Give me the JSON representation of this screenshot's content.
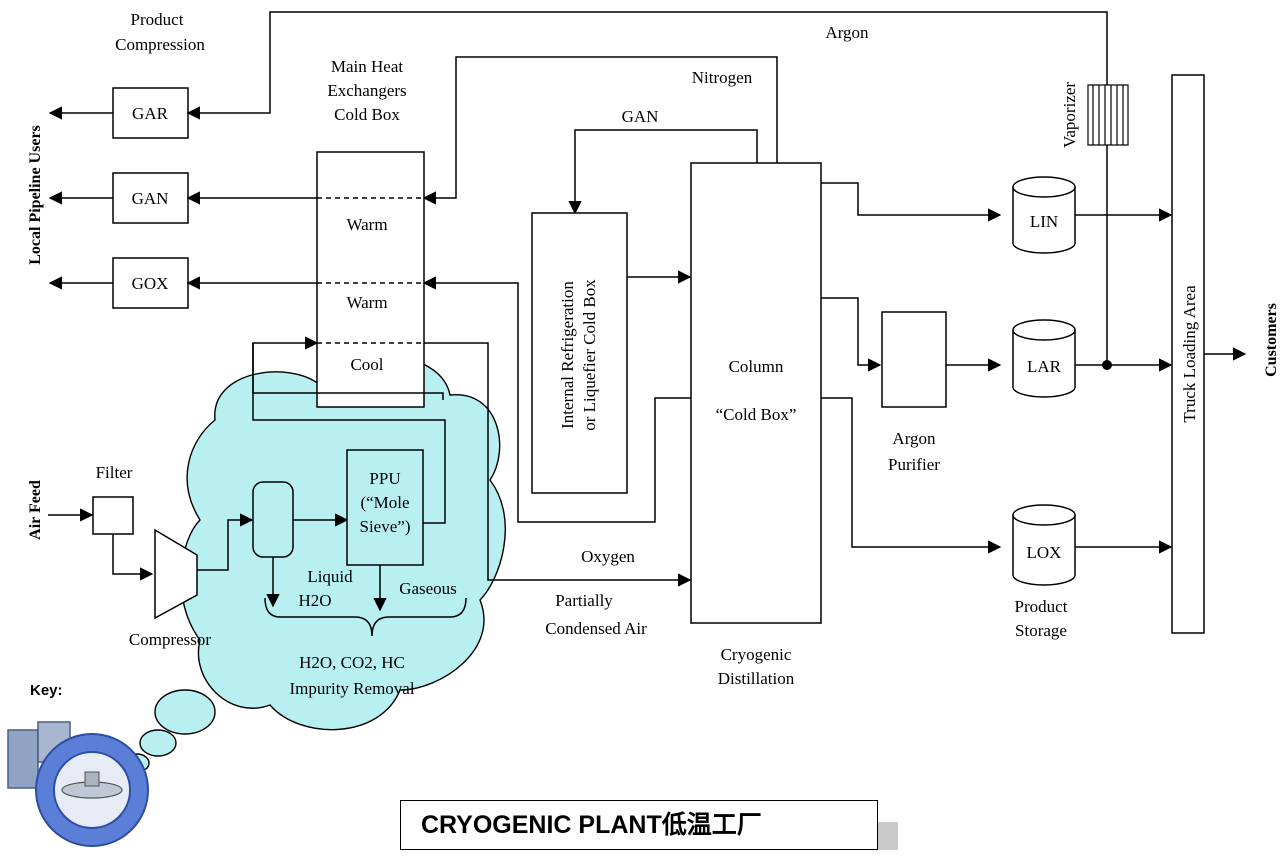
{
  "diagram": {
    "title": "CRYOGENIC PLANT低温工厂",
    "key_label": "Key:",
    "labels": {
      "product_compression_1": "Product",
      "product_compression_2": "Compression",
      "main_hx_1": "Main Heat",
      "main_hx_2": "Exchangers",
      "main_hx_3": "Cold Box",
      "argon": "Argon",
      "nitrogen": "Nitrogen",
      "gan_line": "GAN",
      "vaporizer": "Vaporizer",
      "local_pipeline_users": "Local Pipeline Users",
      "customers": "Customers",
      "air_feed": "Air Feed",
      "filter": "Filter",
      "compressor": "Compressor",
      "oxygen": "Oxygen",
      "partially_condensed_1": "Partially",
      "partially_condensed_2": "Condensed Air",
      "cryogenic_1": "Cryogenic",
      "cryogenic_2": "Distillation",
      "argon_purifier_1": "Argon",
      "argon_purifier_2": "Purifier",
      "product_storage_1": "Product",
      "product_storage_2": "Storage",
      "liquid_1": "Liquid",
      "liquid_2": "H2O",
      "gaseous": "Gaseous",
      "impurity_1": "H2O, CO2, HC",
      "impurity_2": "Impurity Removal",
      "ppu_1": "PPU",
      "ppu_2": "(“Mole",
      "ppu_3": "Sieve”)"
    },
    "boxes": {
      "gar": "GAR",
      "gan": "GAN",
      "gox": "GOX",
      "warm1": "Warm",
      "warm2": "Warm",
      "cool": "Cool",
      "refrig_1": "Internal Refrigeration",
      "refrig_2": "or Liquefier Cold Box",
      "column_1": "Column",
      "column_2": "“Cold Box”",
      "lin": "LIN",
      "lar": "LAR",
      "lox": "LOX",
      "truck": "Truck Loading Area"
    },
    "colors": {
      "cloud": "#b8f0f2",
      "valve_blue": "#5b7fd6",
      "line": "#000000"
    }
  }
}
